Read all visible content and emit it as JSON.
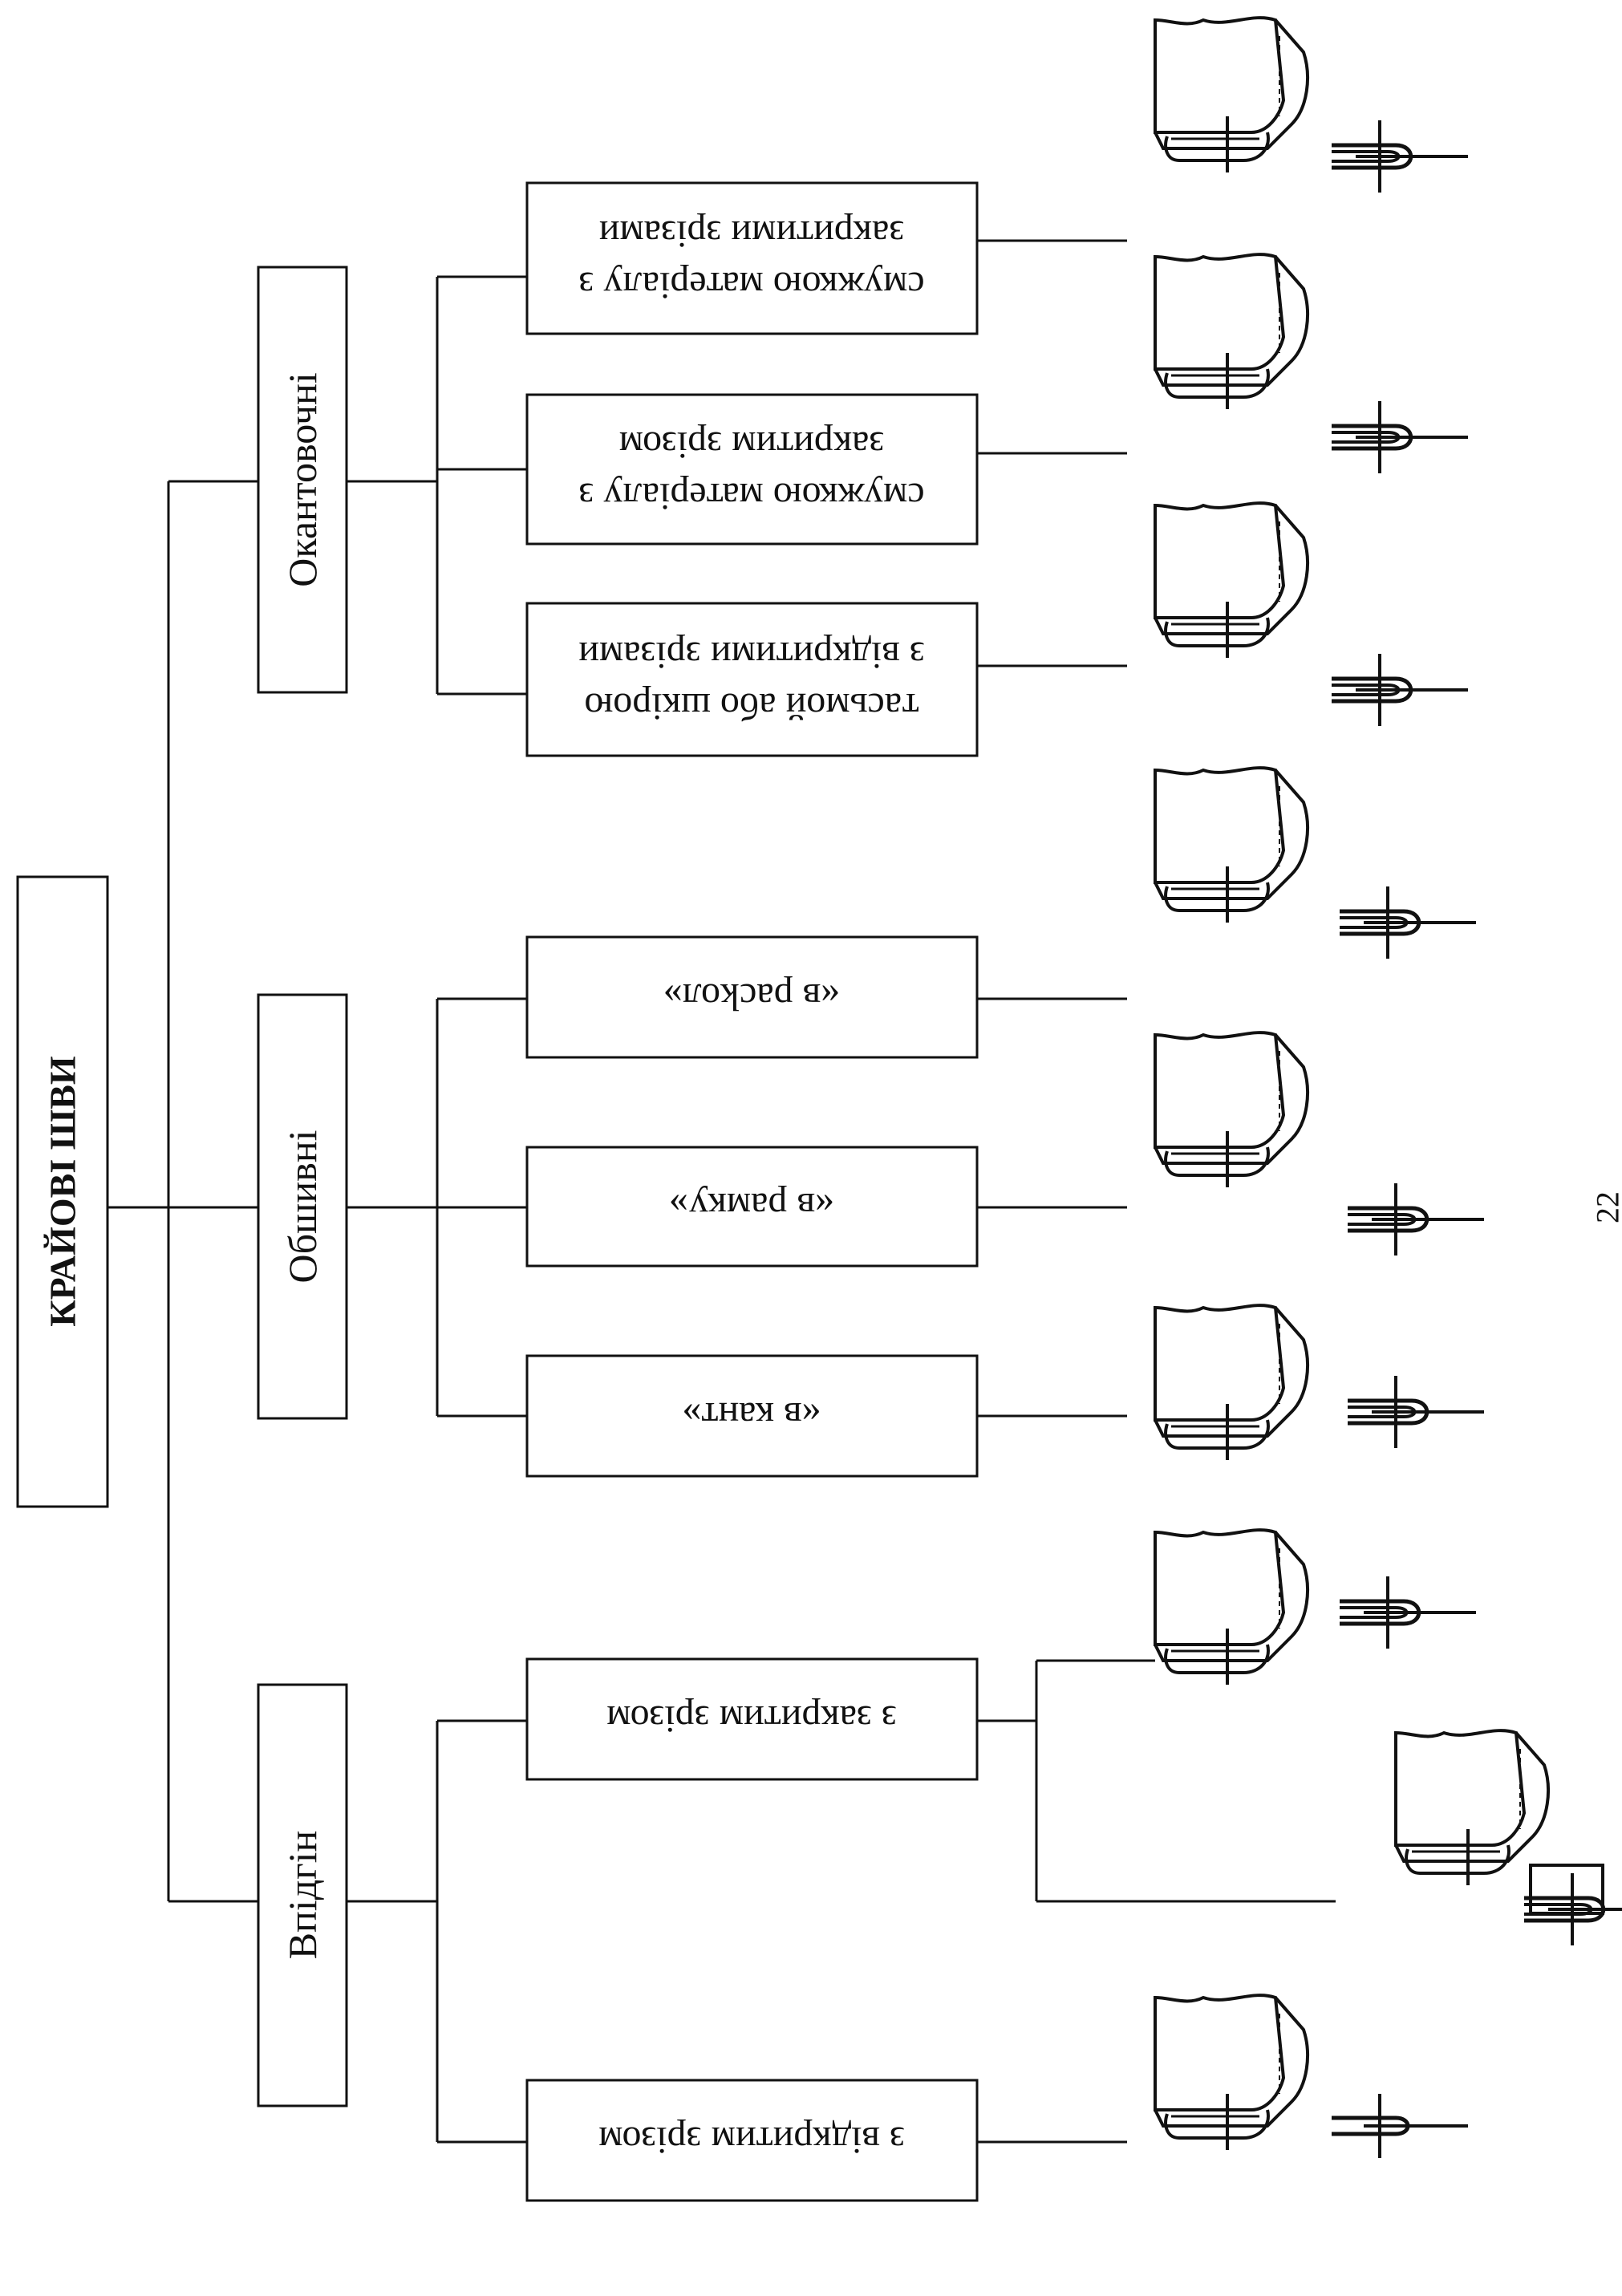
{
  "diagram": {
    "root": {
      "label": "КРАЙОВІ ШВИ"
    },
    "groups": [
      {
        "key": "edging",
        "label": "Окантовочні"
      },
      {
        "key": "facing",
        "label": "Обшивні"
      },
      {
        "key": "hem",
        "label": "Впідгін"
      }
    ],
    "leaves": [
      {
        "group": "edging",
        "lines": [
          "смужкою матеріалу з",
          "закритими зрізами"
        ]
      },
      {
        "group": "edging",
        "lines": [
          "смужкою матеріалу з",
          "закритим зрізом"
        ]
      },
      {
        "group": "edging",
        "lines": [
          "тасьмой або шкірою",
          "з відкритими зрізами"
        ]
      },
      {
        "group": "facing",
        "lines": [
          "«в расkол»"
        ]
      },
      {
        "group": "facing",
        "lines": [
          "«в рамку»"
        ]
      },
      {
        "group": "facing",
        "lines": [
          "«в кант»"
        ]
      },
      {
        "group": "hem",
        "lines": [
          "з закритим зрізом"
        ]
      },
      {
        "group": "hem",
        "lines": [
          "з відкритим зрізом"
        ]
      }
    ],
    "page_number": "22"
  }
}
